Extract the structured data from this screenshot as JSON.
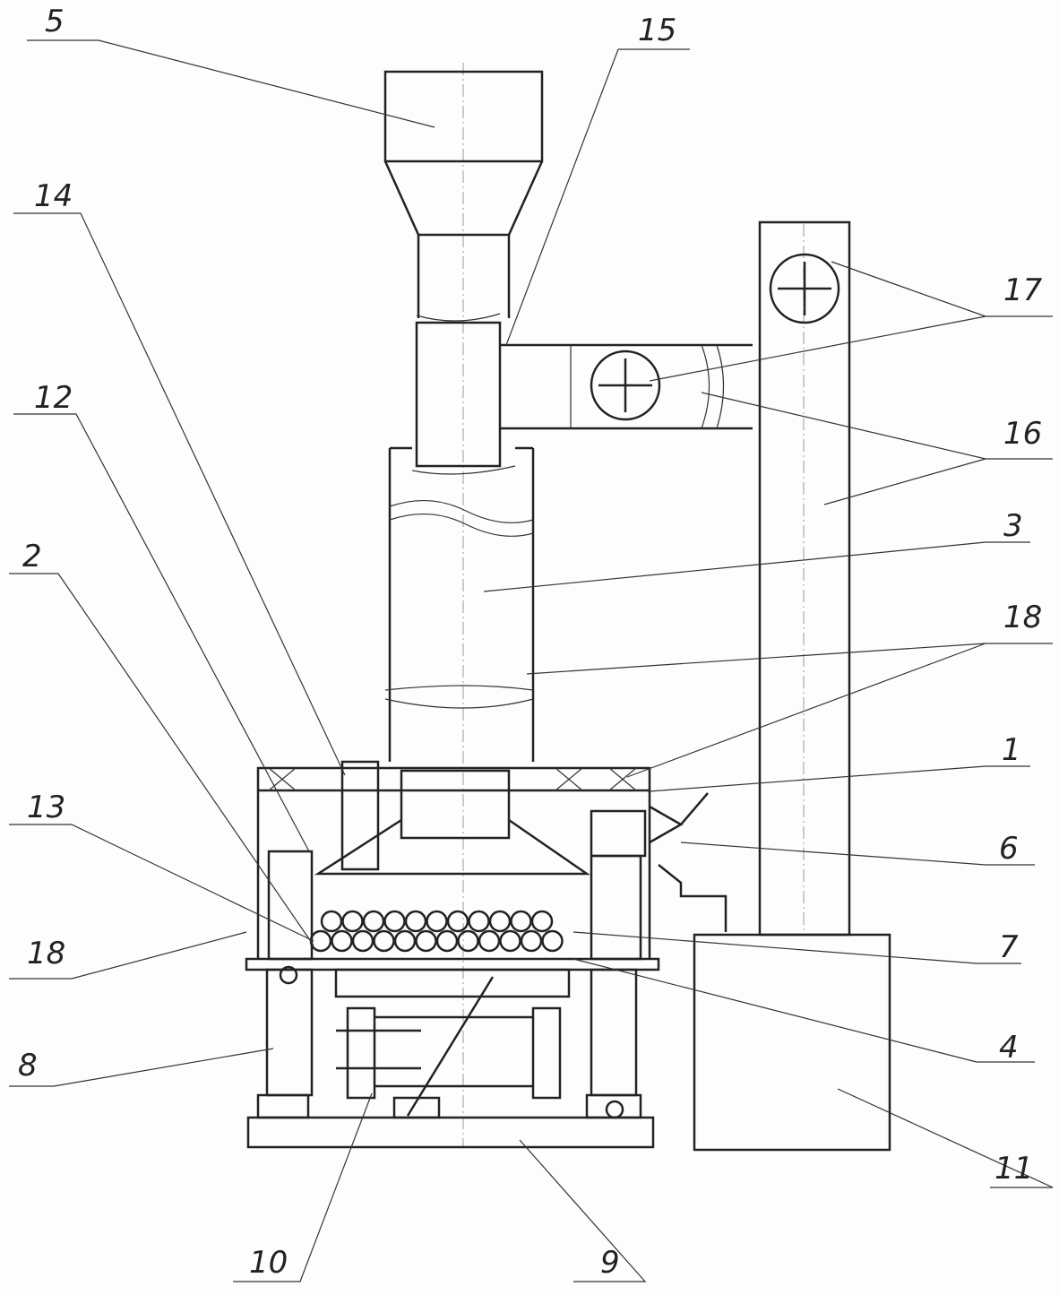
{
  "labels": {
    "l5": "5",
    "l15": "15",
    "l14": "14",
    "l12": "12",
    "l2": "2",
    "l13": "13",
    "l18a": "18",
    "l8": "8",
    "l10": "10",
    "l9": "9",
    "l11": "11",
    "l4": "4",
    "l7": "7",
    "l6": "6",
    "l1": "1",
    "l18b": "18",
    "l3": "3",
    "l16": "16",
    "l17": "17"
  }
}
